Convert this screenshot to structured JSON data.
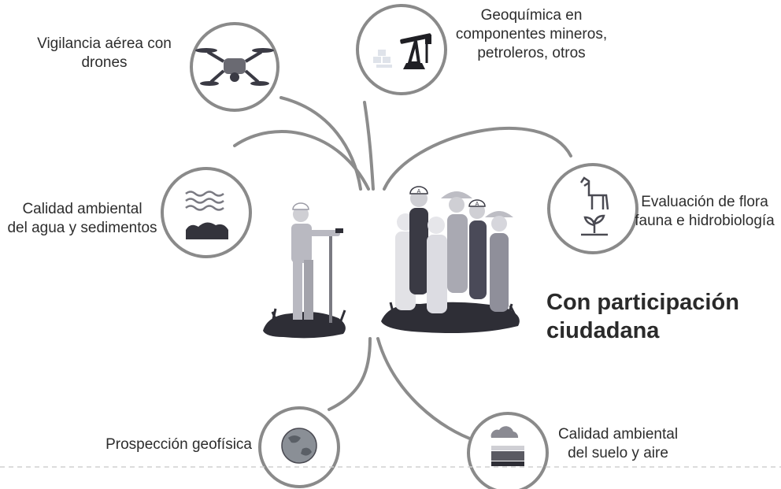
{
  "center_title": "Con participación\nciudadana",
  "nodes": {
    "drones": {
      "label": "Vigilancia aérea con\ndrones",
      "icon": "drone-icon"
    },
    "geochemistry": {
      "label": "Geoquímica en\ncomponentes mineros,\npetroleros, otros",
      "icon": "oil-pump-icon"
    },
    "water": {
      "label": "Calidad ambiental\ndel agua y sedimentos",
      "icon": "water-sediment-icon"
    },
    "flora_fauna": {
      "label": "Evaluación de flora\nfauna e hidrobiología",
      "icon": "llama-plant-icon"
    },
    "geophysics": {
      "label": "Prospección geofísica",
      "icon": "globe-icon"
    },
    "soil_air": {
      "label": "Calidad ambiental\ndel suelo y aire",
      "icon": "cloud-soil-icon"
    }
  },
  "colors": {
    "ring": "#8a8a8a",
    "connector": "#8c8c8c",
    "worker_light": "#cfcfd4",
    "worker_mid": "#9c9ca6",
    "worker_dark": "#3a3a44",
    "ground": "#2e2e36"
  }
}
